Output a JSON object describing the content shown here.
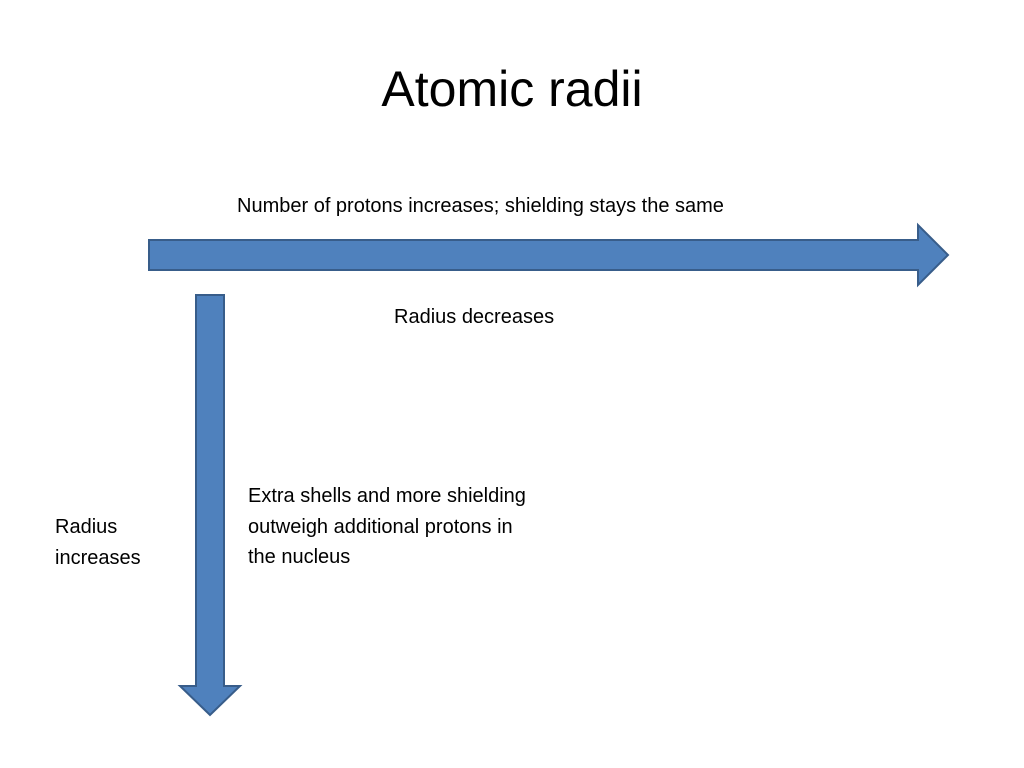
{
  "slide": {
    "title": "Atomic radii",
    "arrow_color": "#4F81BD",
    "arrow_outline": "#385D8A"
  },
  "labels": {
    "horizontal_arrow": "Number of protons increases; shielding stays the same",
    "horizontal_result": "Radius decreases",
    "vertical_result_line1": "Radius",
    "vertical_result_line2": "increases",
    "vertical_reason": "Extra shells and more shielding outweigh additional protons in the nucleus"
  }
}
